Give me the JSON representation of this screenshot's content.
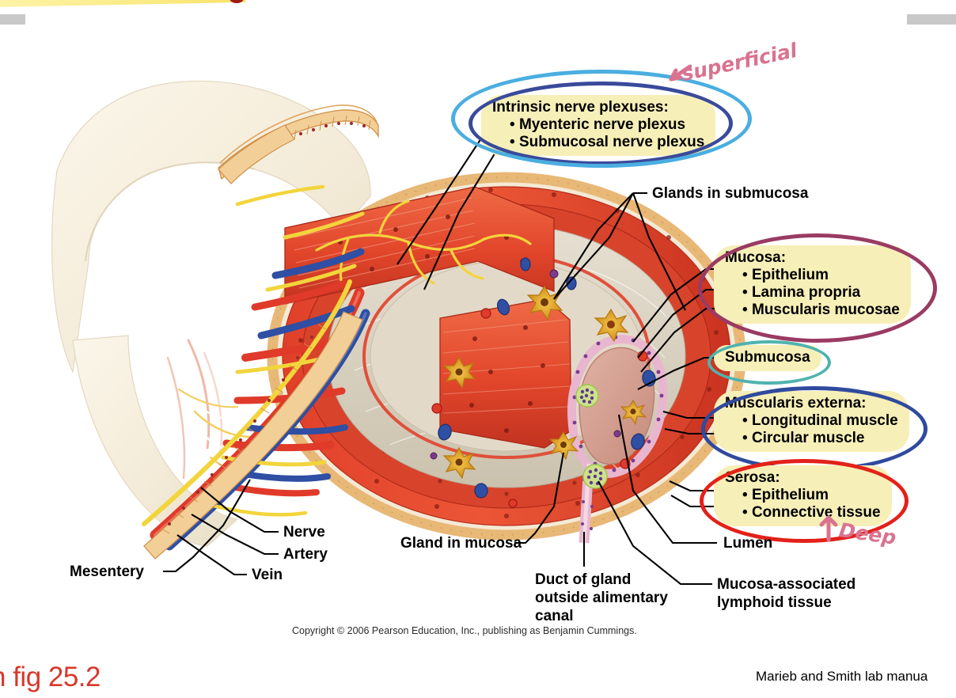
{
  "slide": {
    "footer_left": "n fig 25.2",
    "footer_right": "Marieb and Smith lab manua",
    "copyright": "Copyright © 2006 Pearson Education, Inc., publishing as Benjamin Cummings."
  },
  "annotations": {
    "superficial": "superficial",
    "deep": "Deep"
  },
  "callouts": {
    "plexuses": {
      "header": "Intrinsic nerve plexuses:",
      "items": [
        "Myenteric nerve plexus",
        "Submucosal nerve plexus"
      ],
      "outer_ellipse_color": "#4aaee0",
      "inner_ellipse_color": "#3a4a9a"
    },
    "mucosa": {
      "header": "Mucosa:",
      "items": [
        "Epithelium",
        "Lamina propria",
        "Muscularis mucosae"
      ],
      "ellipse_color": "#9a3b63"
    },
    "submucosa": {
      "header": "Submucosa",
      "items": [],
      "ellipse_color": "#4fb3ae"
    },
    "muscularis_externa": {
      "header": "Muscularis externa:",
      "items": [
        "Longitudinal muscle",
        "Circular muscle"
      ],
      "ellipse_color": "#2f4a9e"
    },
    "serosa": {
      "header": "Serosa:",
      "items": [
        "Epithelium",
        "Connective tissue"
      ],
      "ellipse_color": "#e32119"
    }
  },
  "labels": {
    "glands_in_submucosa": "Glands in submucosa",
    "nerve": "Nerve",
    "artery": "Artery",
    "vein": "Vein",
    "mesentery": "Mesentery",
    "gland_in_mucosa": "Gland in mucosa",
    "duct_of_gland": "Duct of gland outside alimentary canal",
    "lumen": "Lumen",
    "malt": "Mucosa-associated lymphoid tissue"
  },
  "figure": {
    "title": "Cross section of the alimentary canal wall",
    "colors": {
      "mesentery_tissue": "#f6efdf",
      "serosa_epithelium": "#e8b877",
      "muscle_red": "#e8402a",
      "muscle_dark_red": "#c9301c",
      "submucosa_tissue": "#ddd6c8",
      "artery": "#e03a2a",
      "vein": "#2e4fa3",
      "nerve_yellow": "#f2d53c",
      "gland_gold": "#e8a828",
      "lumen_pink": "#d9a094",
      "malt_green": "#9bc64a"
    }
  }
}
